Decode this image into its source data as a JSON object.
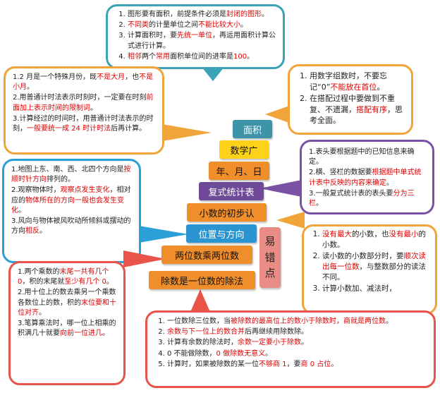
{
  "colors": {
    "teal": "#3aa3b6",
    "orange": "#f0a43a",
    "purple": "#7a52a5",
    "blue": "#2a9fd8",
    "coral": "#e98c86",
    "accent_red": "#e00000",
    "bar_teal": "#3d93a8",
    "bar_orange": "#ef8e2a",
    "bar_purple": "#6e4a98",
    "bar_blue": "#2a95d0",
    "bar_yellow": "#ffd21a"
  },
  "bars": {
    "area": "面积",
    "math_wide": "数学广",
    "ymd": "年、月、日",
    "stats": "复式统计表",
    "decimal": "小数的初步认",
    "position": "位置与方向",
    "mult": "两位数乘两位数",
    "div": "除数是一位数的除法"
  },
  "side_label": [
    "易",
    "错",
    "点"
  ],
  "top_callout": [
    [
      {
        "t": "图形要有面积，前提条件必须是"
      },
      {
        "t": "封闭的图形",
        "r": true
      },
      {
        "t": "。"
      }
    ],
    [
      {
        "t": "不同类",
        "r": true
      },
      {
        "t": "的计量单位之间"
      },
      {
        "t": "不能比较大小",
        "r": true
      },
      {
        "t": "。"
      }
    ],
    [
      {
        "t": "计算面积时，要"
      },
      {
        "t": "先统一单位",
        "r": true
      },
      {
        "t": "，再运用面积计算公式进行计算。"
      }
    ],
    [
      {
        "t": "相邻",
        "r": true
      },
      {
        "t": "两个"
      },
      {
        "t": "常用",
        "r": true
      },
      {
        "t": "面积单位间的进率是"
      },
      {
        "t": "100",
        "r": true
      },
      {
        "t": "。"
      }
    ]
  ],
  "right_top_callout": [
    [
      {
        "t": "用数字组数时，不要忘记“0”"
      },
      {
        "t": "不能放在首位",
        "r": true
      },
      {
        "t": "。"
      }
    ],
    [
      {
        "t": "在搭配过程中要做到不重复、不遗漏，"
      },
      {
        "t": "搭配有序",
        "r": true
      },
      {
        "t": "，思考全面。"
      }
    ]
  ],
  "left_top_callout": [
    [
      {
        "t": "1.2 月是一个特殊月份，既"
      },
      {
        "t": "不是大月",
        "r": true
      },
      {
        "t": "，也"
      },
      {
        "t": "不是小月",
        "r": true
      },
      {
        "t": "。"
      }
    ],
    [
      {
        "t": "2.用普通计时法表示时刻时，一定要在时刻"
      },
      {
        "t": "前面加上表示时间的限制词",
        "r": true
      },
      {
        "t": "。"
      }
    ],
    [
      {
        "t": "3.计算经过的时间时，用普通计时法表示的时刻，"
      },
      {
        "t": "一般要统一成 24 时计时法",
        "r": true
      },
      {
        "t": "后再计算。"
      }
    ]
  ],
  "right_mid_callout": [
    [
      {
        "t": "1.表头要根据题中的已知信息来确定。"
      }
    ],
    [
      {
        "t": "2.横、竖栏的数据要"
      },
      {
        "t": "根据题中单式统计表中反映的内容来确定",
        "r": true
      },
      {
        "t": "。"
      }
    ],
    [
      {
        "t": "3.一般复式统计表的表头要"
      },
      {
        "t": "分为三栏",
        "r": true
      },
      {
        "t": "。"
      }
    ]
  ],
  "left_mid_callout": [
    [
      {
        "t": "1.地图上东、南、西、北四个方向是"
      },
      {
        "t": "按顺时针方向",
        "r": true
      },
      {
        "t": "排列的。"
      }
    ],
    [
      {
        "t": "2.观察物体时，"
      },
      {
        "t": "观察点发生变化",
        "r": true
      },
      {
        "t": "，相对应的"
      },
      {
        "t": "物体所在的方向一般也会发生变化",
        "r": true
      },
      {
        "t": "。"
      }
    ],
    [
      {
        "t": "3.风向与物体被风吹动所倾斜或摆动的方向"
      },
      {
        "t": "相反",
        "r": true
      },
      {
        "t": "。"
      }
    ]
  ],
  "right_low_callout": [
    [
      {
        "t": "没有最大",
        "r": true
      },
      {
        "t": "的小数，也"
      },
      {
        "t": "没有最小",
        "r": true
      },
      {
        "t": "的小数。"
      }
    ],
    [
      {
        "t": "读小数的小数部分时，要"
      },
      {
        "t": "顺次读出每一位数",
        "r": true
      },
      {
        "t": "，与整数部分的读法不同。"
      }
    ],
    [
      {
        "t": "计算小数加、减法时，"
      }
    ]
  ],
  "left_low_callout": [
    [
      {
        "t": "1.两个乘数的"
      },
      {
        "t": "末尾一共有几个 0",
        "r": true
      },
      {
        "t": "，积的末尾就"
      },
      {
        "t": "至少有几个 0",
        "r": true
      },
      {
        "t": "。"
      }
    ],
    [
      {
        "t": "2.用十位上的数去乘另一个乘数各数位上的数，积的"
      },
      {
        "t": "末位要和十位对齐",
        "r": true
      },
      {
        "t": "。"
      }
    ],
    [
      {
        "t": "3.笔算乘法时，哪一位上相乘的积满几十就要"
      },
      {
        "t": "向前一位进几",
        "r": true
      },
      {
        "t": "。"
      }
    ]
  ],
  "bottom_callout": [
    [
      {
        "t": "一位数除三位数，当"
      },
      {
        "t": "被除数的最高位上的数小于除数时，商就是两位数",
        "r": true
      },
      {
        "t": "。"
      }
    ],
    [
      {
        "t": "余数与下一位上的数合并",
        "r": true
      },
      {
        "t": "后再继续用除数除。"
      }
    ],
    [
      {
        "t": "计算有余数的除法时，"
      },
      {
        "t": "余数一定要小于除数",
        "r": true
      },
      {
        "t": "。"
      }
    ],
    [
      {
        "t": "0 不能做除数，"
      },
      {
        "t": "0 做除数无意义",
        "r": true
      },
      {
        "t": "。"
      }
    ],
    [
      {
        "t": "计算时，如果被除数的某一位"
      },
      {
        "t": "不够商 1",
        "r": true
      },
      {
        "t": "，要"
      },
      {
        "t": "商 0 占位",
        "r": true
      },
      {
        "t": "。"
      }
    ]
  ]
}
